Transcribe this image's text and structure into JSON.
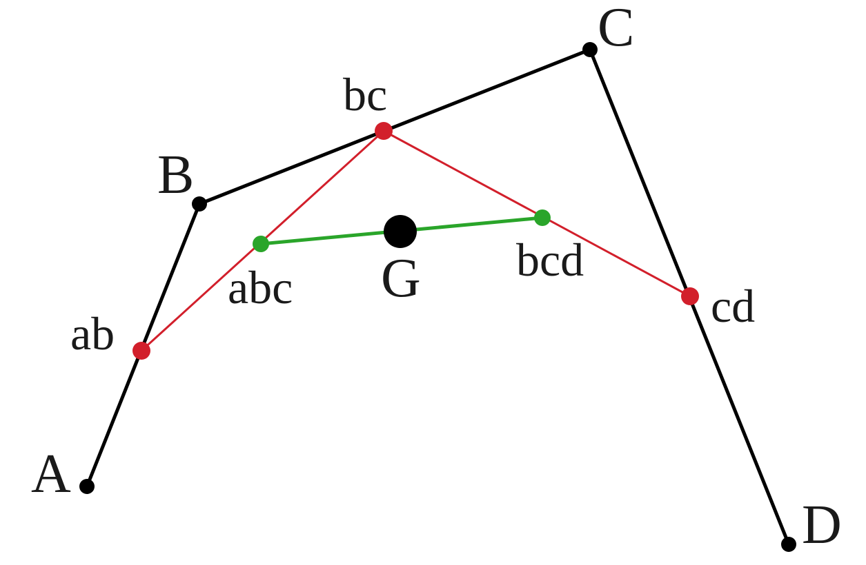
{
  "labels": {
    "A": "A",
    "B": "B",
    "C": "C",
    "D": "D",
    "ab": "ab",
    "bc": "bc",
    "cd": "cd",
    "abc": "abc",
    "bcd": "bcd",
    "G": "G"
  },
  "colors": {
    "control_polygon": "#000000",
    "first_level": "#d21f2b",
    "second_level": "#2aa52a",
    "point_G": "#000000"
  }
}
